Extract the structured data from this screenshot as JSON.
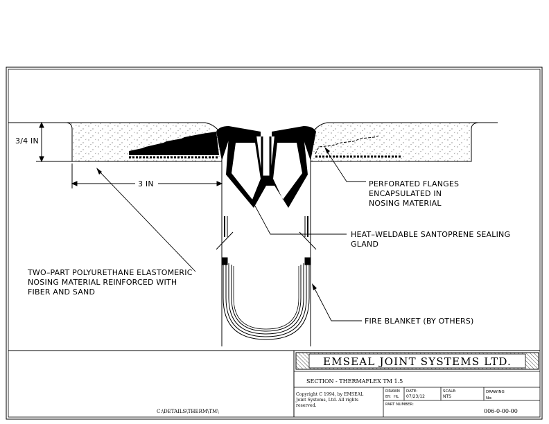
{
  "dimensions": {
    "depth": "3/4 IN",
    "width": "3 IN"
  },
  "callouts": {
    "flanges": [
      "PERFORATED FLANGES",
      "ENCAPSULATED IN",
      "NOSING MATERIAL"
    ],
    "gland": [
      "HEAT–WELDABLE SANTOPRENE SEALING",
      "GLAND"
    ],
    "nosing": [
      "TWO–PART POLYURETHANE ELASTOMERIC",
      "NOSING MATERIAL REINFORCED WITH",
      "FIBER AND SAND"
    ],
    "blanket": [
      "FIRE BLANKET (BY OTHERS)"
    ]
  },
  "title_block": {
    "file_path": "C:\\DETAILS\\THERM\\TM\\",
    "company": "EMSEAL JOINT SYSTEMS LTD.",
    "section_title": "SECTION - THERMAFLEX TM 1.5",
    "copyright": [
      "Copyright C 1994, by EMSEAL",
      "Joint Systems, Ltd. All rights",
      "reserved."
    ],
    "drawn_label": [
      "DRAWN",
      "BY:"
    ],
    "drawn_by": "HL",
    "date_label": "DATE:",
    "date": "07/23/12",
    "scale_label": "SCALE:",
    "scale": "NTS",
    "drawing_label": [
      "DRAWING",
      "No:"
    ],
    "part_label": "PART NUMBER:",
    "part_number": "006-0-00-00"
  }
}
